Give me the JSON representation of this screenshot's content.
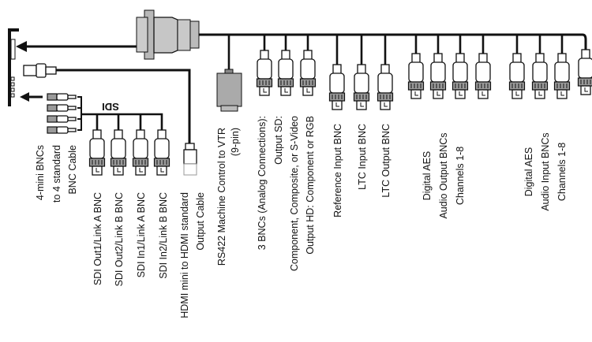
{
  "diagram": {
    "sdi_bus_label": "SDI",
    "labels": {
      "mini_bnc": [
        "4-mini BNCs",
        "to 4 standard",
        "BNC Cable"
      ],
      "sdi_out1": "SDI Out1/Link A BNC",
      "sdi_out2": "SDI Out2/Link B BNC",
      "sdi_in1": "SDI In1/Link A BNC",
      "sdi_in2": "SDI In2/Link B BNC",
      "hdmi": [
        "HDMI mini to HDMI standard",
        "Output Cable"
      ],
      "rs422": [
        "RS422 Machine Control to VTR",
        "(9-pin)"
      ],
      "analog": [
        "3 BNCs (Analog Connections):",
        "Output SD:",
        "Component, Composite, or S-Video",
        "Output HD: Component or RGB"
      ],
      "ref_in": "Reference Input BNC",
      "ltc_in": "LTC Input BNC",
      "ltc_out": "LTC Output BNC",
      "aes_out": [
        "Digital AES",
        "Audio Output BNCs",
        "Channels 1-8"
      ],
      "aes_in": [
        "Digital AES",
        "Audio Input BNCs",
        "Channels 1-8"
      ]
    }
  }
}
